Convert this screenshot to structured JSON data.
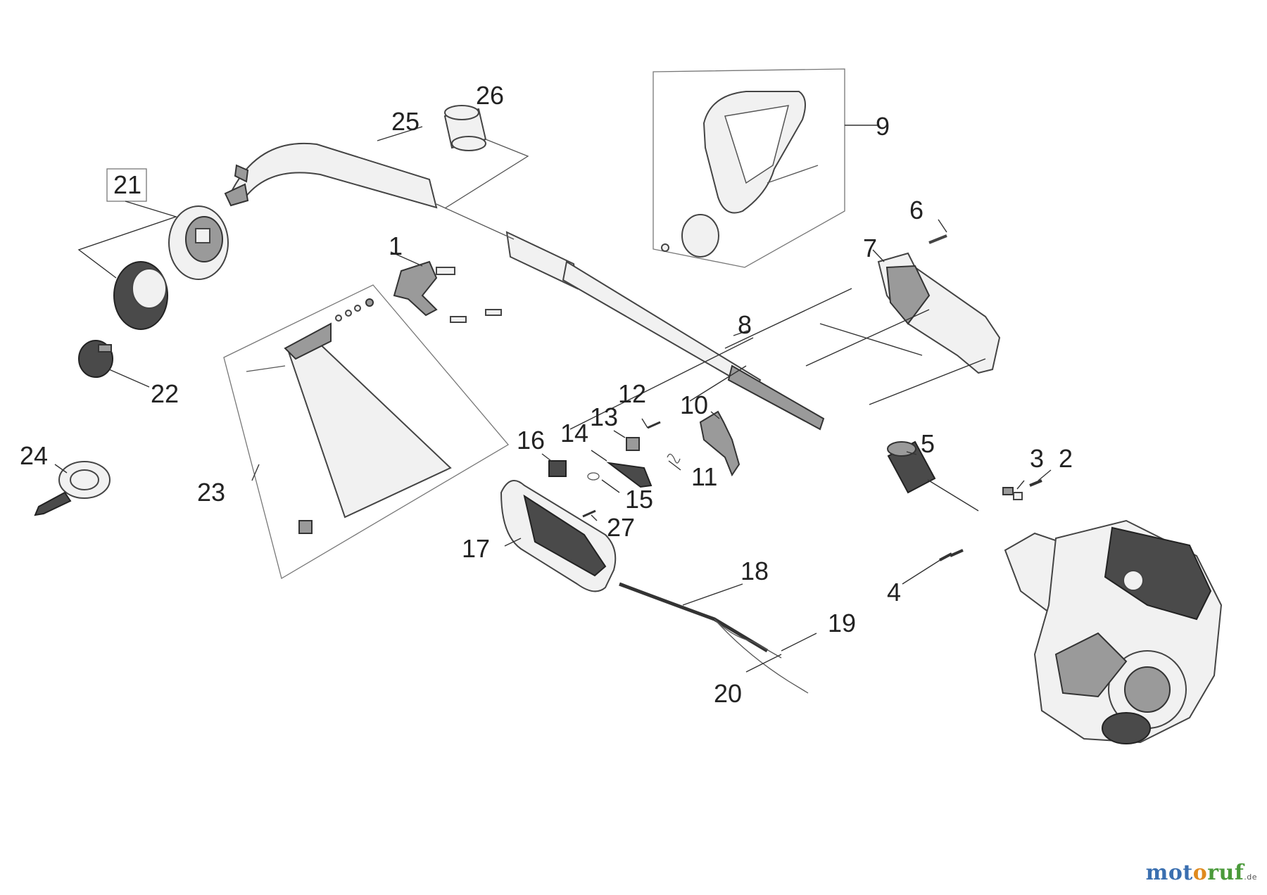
{
  "labels": {
    "p1": "1",
    "p2": "2",
    "p3": "3",
    "p4": "4",
    "p5": "5",
    "p6": "6",
    "p7": "7",
    "p8": "8",
    "p9": "9",
    "p10": "10",
    "p11": "11",
    "p12": "12",
    "p13": "13",
    "p14": "14",
    "p15": "15",
    "p16": "16",
    "p17": "17",
    "p18": "18",
    "p19": "19",
    "p20": "20",
    "p21": "21",
    "p22": "22",
    "p23": "23",
    "p24": "24",
    "p25": "25",
    "p26": "26",
    "p27": "27"
  },
  "watermark": {
    "letters": [
      "m",
      "o",
      "t",
      "o",
      "r",
      "u",
      "f"
    ],
    "colors": [
      "#3a6fb0",
      "#3a6fb0",
      "#3a6fb0",
      "#e08a1e",
      "#4a9a3a",
      "#4a9a3a",
      "#4a9a3a"
    ],
    "suffix": ".de"
  }
}
